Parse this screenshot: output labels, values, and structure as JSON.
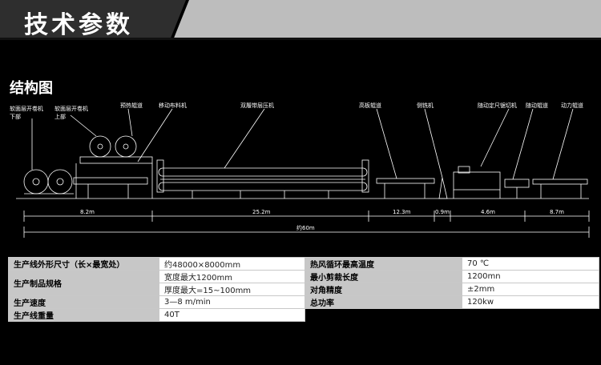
{
  "header": {
    "title": "技术参数"
  },
  "structure": {
    "title": "结构图",
    "labels": {
      "unwinder_lower": "软面层开卷机",
      "unwinder_lower_sub": "下部",
      "unwinder_upper": "软面层开卷机",
      "unwinder_upper_sub": "上部",
      "preheat": "预热辊道",
      "mover": "移动布料机",
      "double_belt": "双履带层压机",
      "conveyor": "高板辊道",
      "side_cut": "侧铣机",
      "cut_off": "随动定尺锯切机",
      "follow_conveyor": "随动辊道",
      "power_conveyor": "动力辊道"
    },
    "dimensions": [
      "8.2m",
      "25.2m",
      "12.3m",
      "0.9m",
      "4.6m",
      "8.7m"
    ],
    "total": "约60m"
  },
  "specs": [
    {
      "key": "生产线外形尺寸（长×最宽处）",
      "value": "约48000×8000mm",
      "key2": "热风循环最高温度",
      "value2": "70 ℃"
    },
    {
      "key": "生产制品规格",
      "value": "宽度最大1200mm",
      "key2": "最小剪裁长度",
      "value2": "1200mn"
    },
    {
      "value": "厚度最大=15~100mm",
      "key2": "对角精度",
      "value2": "±2mm"
    },
    {
      "key": "生产速度",
      "value": "3—8 m/min",
      "key2": "总功率",
      "value2": "120kw"
    },
    {
      "key": "生产线重量",
      "value": "40T"
    }
  ]
}
